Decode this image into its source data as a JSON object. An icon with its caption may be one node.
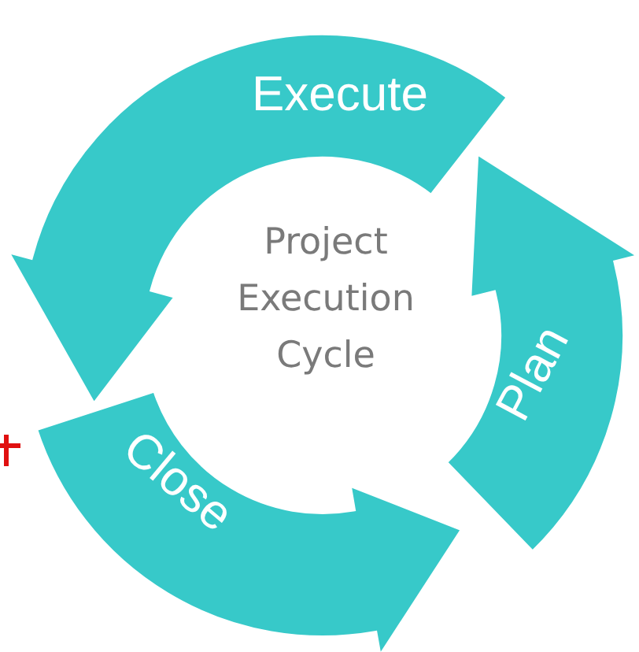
{
  "diagram": {
    "nodes": [
      {
        "text": [
          "Execute"
        ]
      },
      {
        "text": [
          "Project Execution Cycle"
        ]
      },
      {
        "text": [
          "Plan"
        ]
      },
      {
        "text": [
          "Close"
        ]
      }
    ]
  }
}
